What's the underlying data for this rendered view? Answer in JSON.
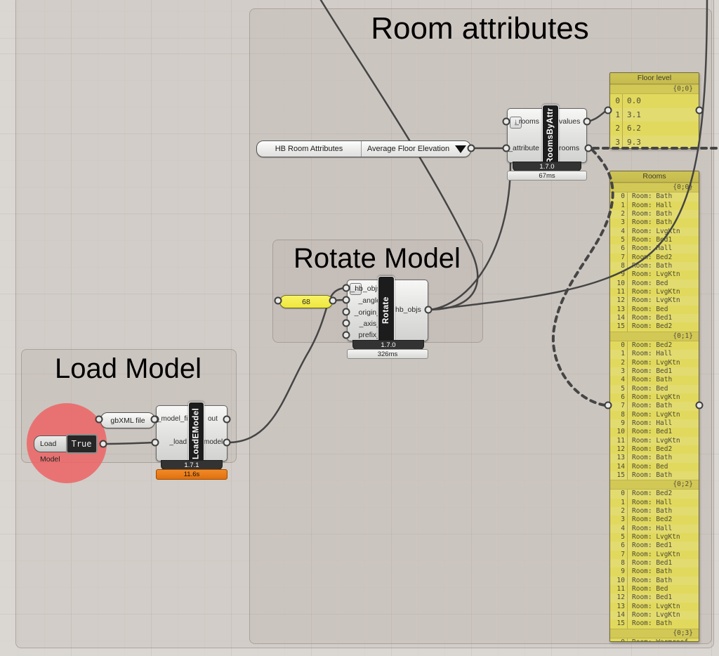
{
  "titles": {
    "room_attributes": "Room attributes",
    "rotate_model": "Rotate Model",
    "load_model": "Load Model"
  },
  "components": {
    "rooms_by_attr": {
      "name": "RoomsByAttr",
      "inputs": [
        "_rooms",
        "_attribute"
      ],
      "outputs": [
        "values",
        "rooms"
      ],
      "version": "1.7.0",
      "runtime": "67ms"
    },
    "rotate": {
      "name": "Rotate",
      "inputs": [
        "_hb_objs",
        "_angle",
        "_origin_",
        "_axis_",
        "prefix_"
      ],
      "outputs": [
        "hb_objs"
      ],
      "version": "1.7.0",
      "runtime": "326ms"
    },
    "load_model": {
      "name": "LoadEModel",
      "inputs": [
        "_model_file",
        "_load"
      ],
      "outputs": [
        "out",
        "model"
      ],
      "version": "1.7.1",
      "runtime": "11.6s"
    }
  },
  "value_list": {
    "category": "HB Room Attributes",
    "selected": "Average Floor Elevation"
  },
  "slider": {
    "value": "68"
  },
  "gbxml_pill": {
    "label": "gbXML file"
  },
  "toggle": {
    "label": "Load Model",
    "value": "True"
  },
  "floor_panel": {
    "title": "Floor level",
    "path": "{0;0}",
    "rows": [
      [
        "0",
        "0.0"
      ],
      [
        "1",
        "3.1"
      ],
      [
        "2",
        "6.2"
      ],
      [
        "3",
        "9.3"
      ]
    ]
  },
  "rooms_panel": {
    "title": "Rooms",
    "sections": [
      {
        "path": "{0;0}",
        "rows": [
          "Room: Bath",
          "Room: Hall",
          "Room: Bath",
          "Room: Bath",
          "Room: LvgKtn",
          "Room: Bed1",
          "Room: Hall",
          "Room: Bed2",
          "Room: Bath",
          "Room: LvgKtn",
          "Room: Bed",
          "Room: LvgKtn",
          "Room: LvgKtn",
          "Room: Bed",
          "Room: Bed1",
          "Room: Bed2"
        ]
      },
      {
        "path": "{0;1}",
        "rows": [
          "Room: Bed2",
          "Room: Hall",
          "Room: LvgKtn",
          "Room: Bed1",
          "Room: Bath",
          "Room: Bed",
          "Room: LvgKtn",
          "Room: Bath",
          "Room: LvgKtn",
          "Room: Hall",
          "Room: Bed1",
          "Room: LvgKtn",
          "Room: Bed2",
          "Room: Bath",
          "Room: Bed",
          "Room: Bath"
        ]
      },
      {
        "path": "{0;2}",
        "rows": [
          "Room: Bed2",
          "Room: Hall",
          "Room: Bath",
          "Room: Bed2",
          "Room: Hall",
          "Room: LvgKtn",
          "Room: Bed1",
          "Room: LvgKtn",
          "Room: Bed1",
          "Room: Bath",
          "Room: Bath",
          "Room: Bed",
          "Room: Bed1",
          "Room: LvgKtn",
          "Room: LvgKtn",
          "Room: Bath"
        ]
      },
      {
        "path": "{0;3}",
        "rows": [
          "Room: Warmroof"
        ]
      }
    ]
  },
  "icons": {
    "internalized": "↓",
    "dropdown_arrow": "▼"
  },
  "colors": {
    "panel_yellow": "#f6f150",
    "runtime_orange": "#e87b1a",
    "wire": "#454545",
    "red_circle": "#ec6767"
  }
}
